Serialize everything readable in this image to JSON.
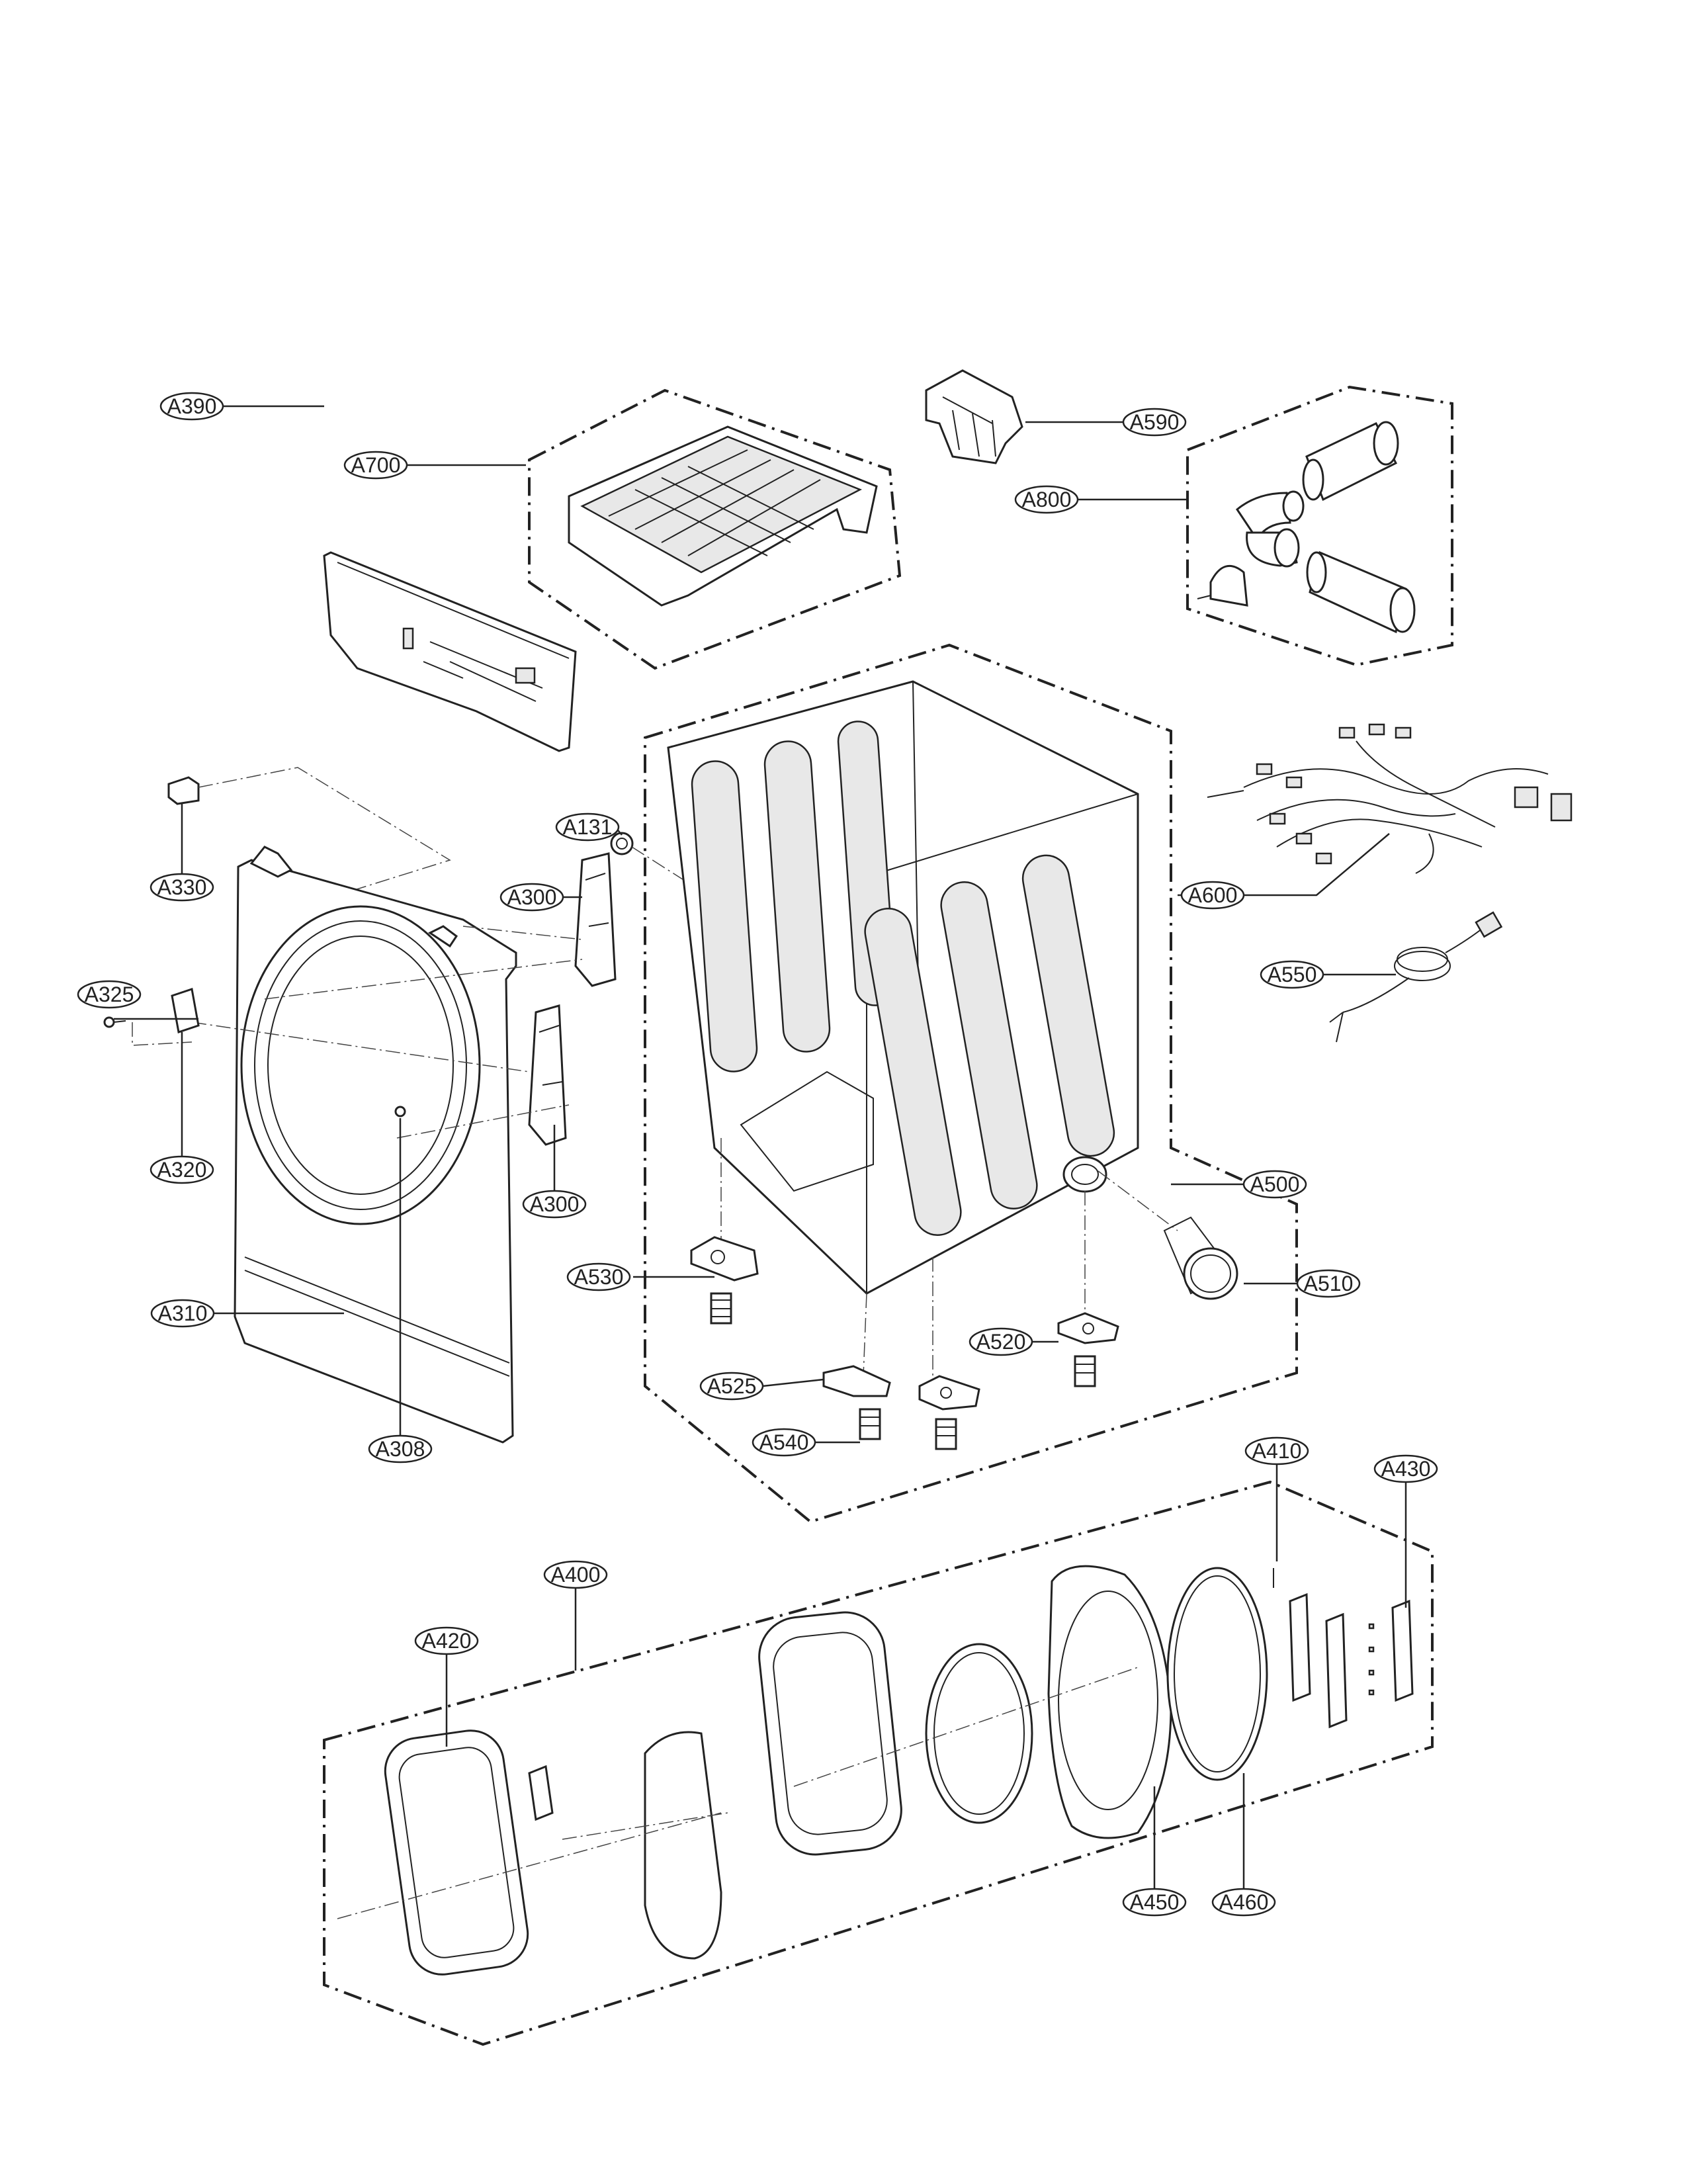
{
  "callouts": {
    "a131": "A131",
    "a300_top": "A300",
    "a300_bottom": "A300",
    "a308": "A308",
    "a310": "A310",
    "a320": "A320",
    "a325": "A325",
    "a330": "A330",
    "a390": "A390",
    "a400": "A400",
    "a410": "A410",
    "a420": "A420",
    "a430": "A430",
    "a450": "A450",
    "a460": "A460",
    "a500": "A500",
    "a510": "A510",
    "a520": "A520",
    "a525": "A525",
    "a530": "A530",
    "a540": "A540",
    "a550": "A550",
    "a590": "A590",
    "a600": "A600",
    "a700": "A700",
    "a800": "A800"
  }
}
